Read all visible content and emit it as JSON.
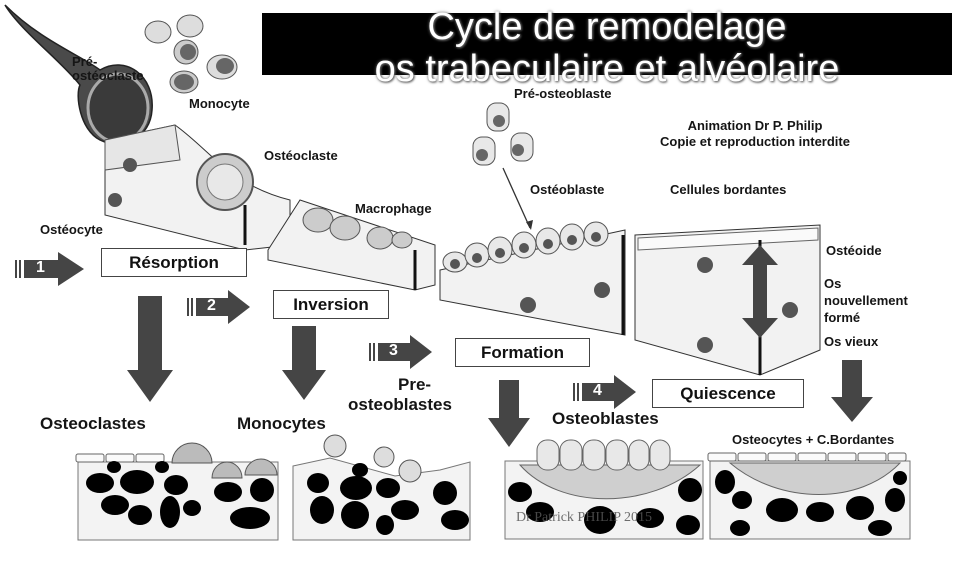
{
  "title": {
    "line1": "Cycle de remodelage",
    "line2": "os trabeculaire et alvéolaire"
  },
  "credit": {
    "line1": "Animation Dr P. Philip",
    "line2": "Copie et reproduction interdite"
  },
  "labels": {
    "pre_osteoclaste_1": "Pré-",
    "pre_osteoclaste_2": "ostéoclaste",
    "monocyte": "Monocyte",
    "osteoclaste": "Ostéoclaste",
    "macrophage": "Macrophage",
    "osteocyte": "Ostéocyte",
    "pre_osteoblaste": "Pré-osteoblaste",
    "osteoblaste": "Ostéoblaste",
    "cellules_bordantes": "Cellules bordantes",
    "osteoide": "Ostéoide",
    "os_nouveau_1": "Os",
    "os_nouveau_2": "nouvellement",
    "os_nouveau_3": "formé",
    "os_vieux": "Os vieux"
  },
  "steps": [
    {
      "number": "1",
      "label": "Résorption",
      "result": "Osteoclastes"
    },
    {
      "number": "2",
      "label": "Inversion",
      "result": "Monocytes"
    },
    {
      "number": "3",
      "label": "Formation",
      "result_1": "Pre-",
      "result_2": "osteoblastes"
    },
    {
      "number": "4",
      "label": "Quiescence",
      "result": "Osteoblastes"
    }
  ],
  "final_result": "Osteocytes + C.Bordantes",
  "watermark": "Dr Patrick PHILIP 2015",
  "colors": {
    "arrow": "#454545",
    "title_bg": "#000000",
    "cell_dark": "#5a5a5a",
    "bone_light": "#f0f0f0",
    "trabecula": "#000000"
  }
}
